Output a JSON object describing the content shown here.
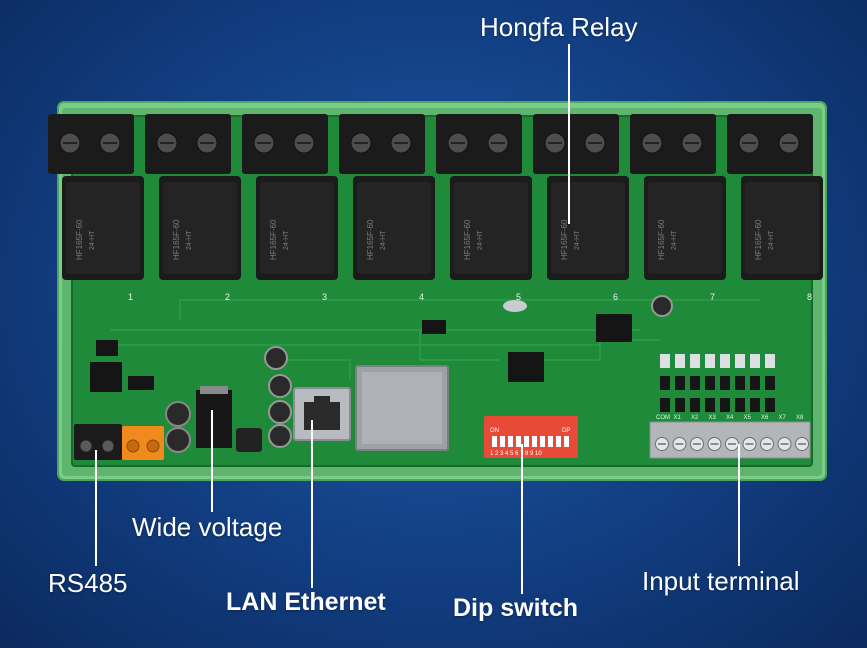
{
  "product_photo": {
    "subject": "8-channel relay controller board",
    "relay_labels": [
      "1",
      "2",
      "3",
      "4",
      "5",
      "6",
      "7",
      "8"
    ],
    "relay_model": "HF165F-60",
    "relay_coil": "24-HT",
    "dip_label_on": "ON",
    "dip_label_dp": "DP",
    "dip_numbers": "1 2 3 4 5 6 7 8 9 10",
    "input_labels": [
      "COM",
      "X1",
      "X2",
      "X3",
      "X4",
      "X5",
      "X6",
      "X7",
      "X8"
    ]
  },
  "callouts": {
    "relay": "Hongfa Relay",
    "wide_voltage": "Wide voltage",
    "rs485": "RS485",
    "lan": "LAN Ethernet",
    "dip": "Dip switch",
    "input": "Input terminal"
  },
  "colors": {
    "background": "#123e82",
    "pcb": "#1f8a3a",
    "rail": "#7dcf8a",
    "relay_body": "#1b1b1b",
    "callout_text": "#ffffff"
  }
}
